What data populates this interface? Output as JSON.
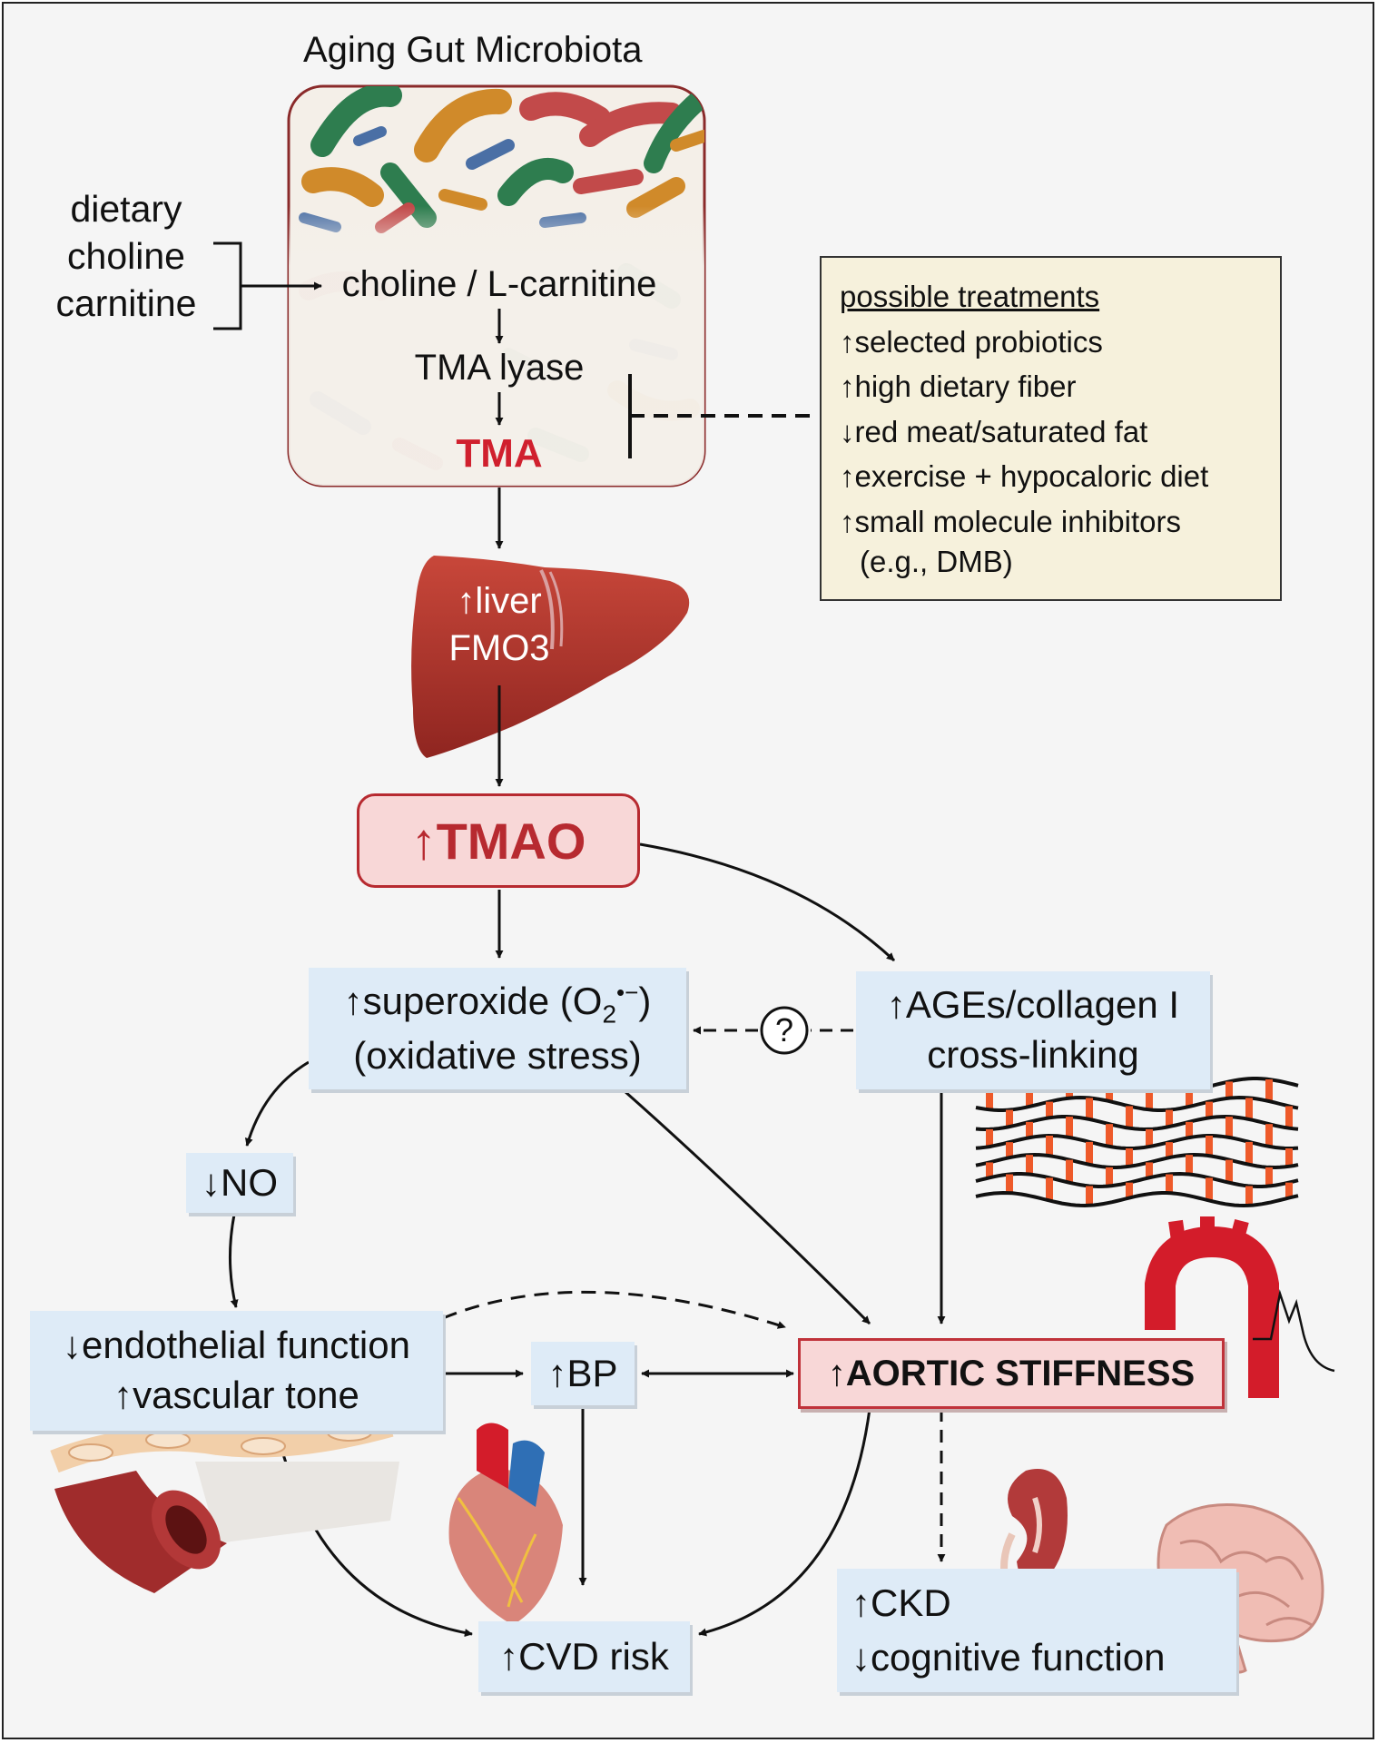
{
  "title": "Aging Gut Microbiota",
  "diet": {
    "line1": "dietary",
    "line2": "choline",
    "line3": "carnitine"
  },
  "gut": {
    "substrate": "choline / L-carnitine",
    "enzyme": "TMA lyase",
    "product": "TMA"
  },
  "treatments": {
    "header": "possible treatments",
    "items": [
      {
        "arrow": "↑",
        "text": "selected probiotics"
      },
      {
        "arrow": "↑",
        "text": "high dietary fiber"
      },
      {
        "arrow": "↓",
        "text": "red meat/saturated fat"
      },
      {
        "arrow": "↑",
        "text": "exercise + hypocaloric diet"
      },
      {
        "arrow": "↑",
        "text": "small molecule inhibitors"
      }
    ],
    "example": "(e.g., DMB)"
  },
  "liver": {
    "arrow": "↑",
    "line1": "liver",
    "line2": "FMO3"
  },
  "tmao": {
    "arrow": "↑",
    "label": "TMAO"
  },
  "superoxide": {
    "arrow": "↑",
    "line1": "superoxide (O",
    "sub": "2",
    "sup": "•−",
    "close": ")",
    "line2": "(oxidative stress)"
  },
  "question": "?",
  "ages": {
    "arrow": "↑",
    "line1": "AGEs/collagen I",
    "line2": "cross-linking"
  },
  "no": {
    "arrow": "↓",
    "label": "NO"
  },
  "endothelial": {
    "arrow1": "↓",
    "line1": "endothelial function",
    "arrow2": "↑",
    "line2": "vascular tone"
  },
  "bp": {
    "arrow": "↑",
    "label": "BP"
  },
  "aortic": {
    "arrow": "↑",
    "label": "AORTIC STIFFNESS"
  },
  "cvd": {
    "arrow": "↑",
    "label": "CVD risk"
  },
  "ckd": {
    "arrow1": "↑",
    "line1": "CKD",
    "arrow2": "↓",
    "line2": "cognitive function"
  },
  "colors": {
    "tma_red": "#d0202e",
    "tmao_text": "#b72a30",
    "box_blue": "#deebf7",
    "box_pink": "#f8d7d7",
    "pink_border": "#c0323a",
    "treatment_bg": "#f6f1dc",
    "liver": "#b1352b",
    "aorta": "#d31c2a",
    "collagen_dash": "#ee5a2a"
  }
}
